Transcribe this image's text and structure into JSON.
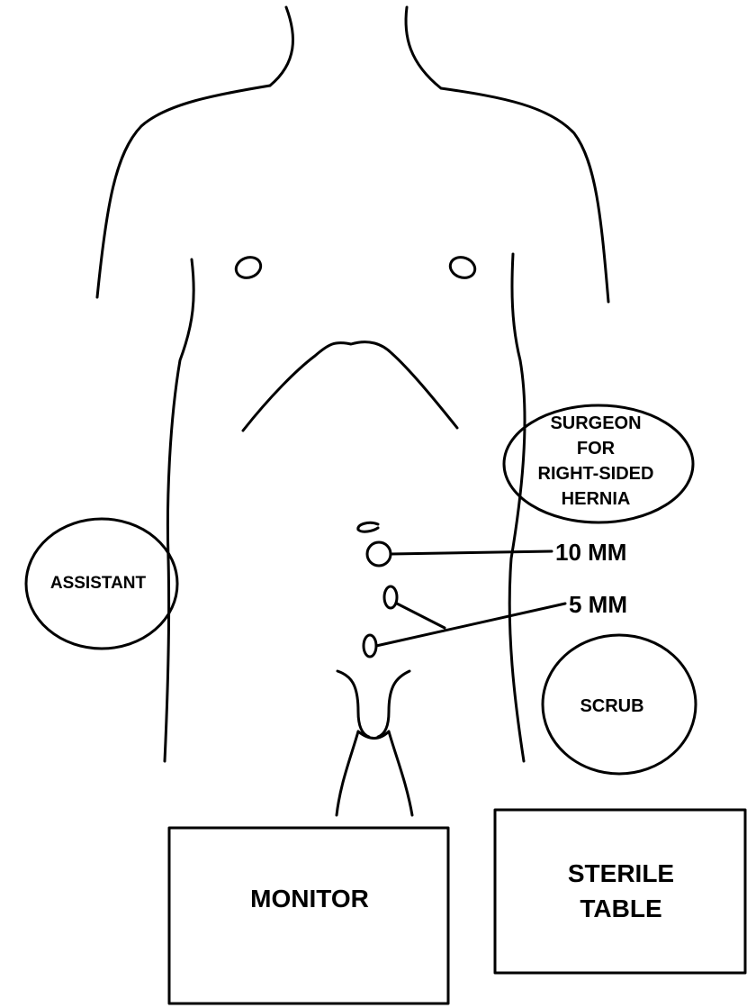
{
  "labels": {
    "surgeon": [
      "SURGEON",
      "FOR",
      "RIGHT-SIDED",
      "HERNIA"
    ],
    "assistant": "ASSISTANT",
    "scrub": "SCRUB",
    "monitor": "MONITOR",
    "sterile_table": [
      "STERILE",
      "TABLE"
    ],
    "port_10mm": "10 MM",
    "port_5mm": "5 MM"
  },
  "colors": {
    "stroke": "#000000",
    "background": "#ffffff"
  }
}
